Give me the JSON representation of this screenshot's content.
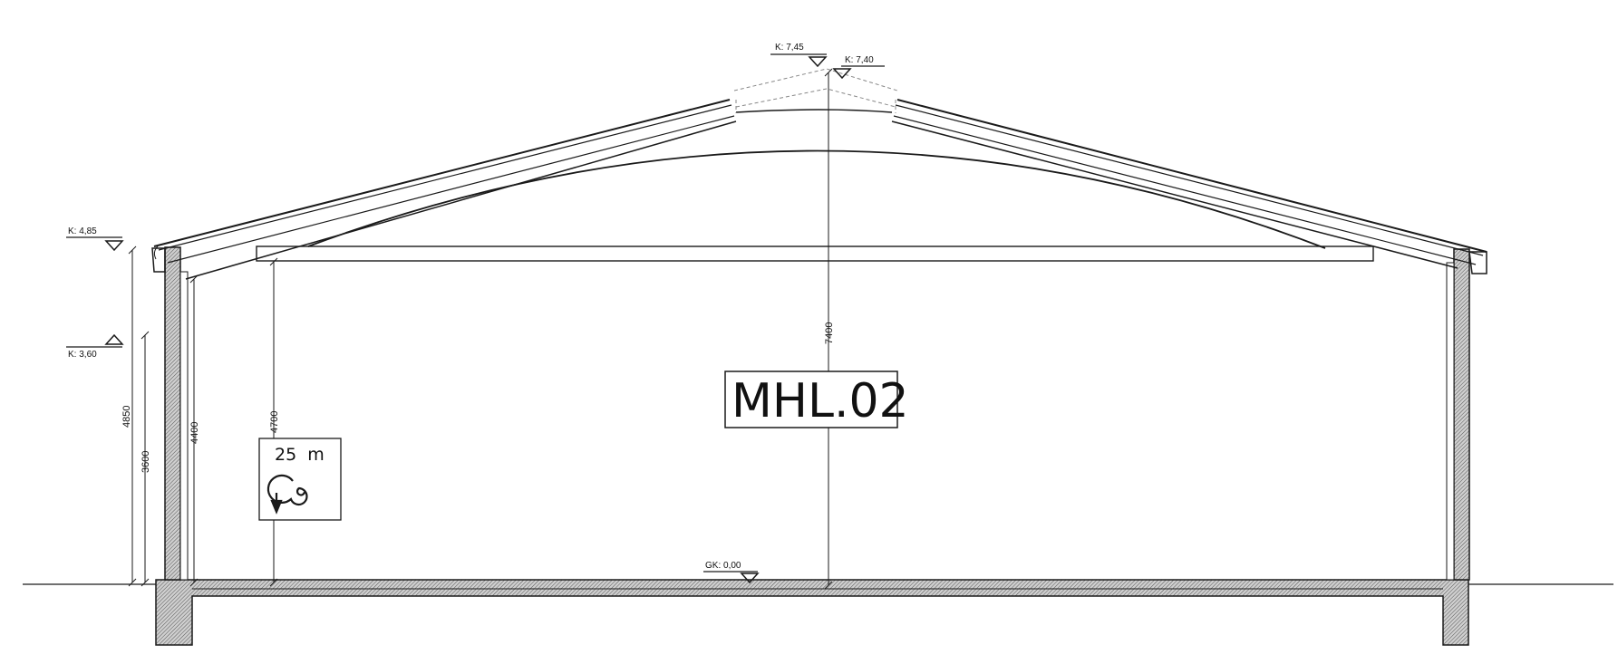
{
  "room": {
    "label": "MHL.02"
  },
  "levels": {
    "ridge_left": "K: 7,45",
    "ridge_right": "K: 7,40",
    "eave": "K: 4,85",
    "wall_top": "K: 3,60",
    "ground_floor": "GK: 0,00"
  },
  "dimensions": {
    "total_height": "4850",
    "wall_height": "3600",
    "inner_height": "4400",
    "clear_height": "4700",
    "ridge_height": "7400"
  },
  "sign": {
    "text": "25  m",
    "icon": "spiral-arrow-icon"
  },
  "colors": {
    "line": "#1a1a1a",
    "hatch": "#555555",
    "dashed": "#888888"
  }
}
